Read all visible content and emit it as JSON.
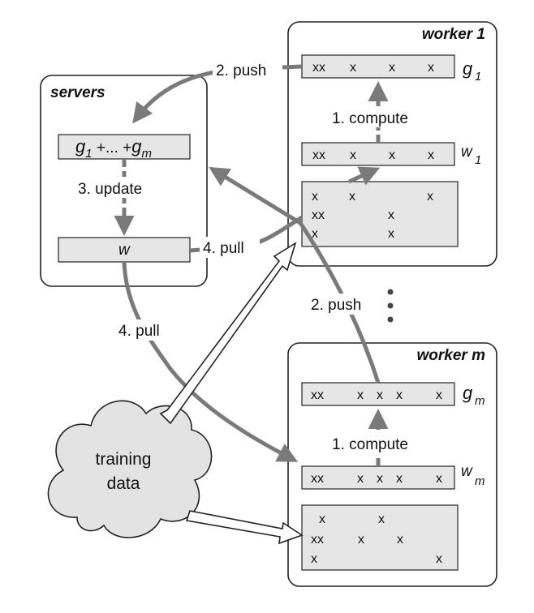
{
  "servers": {
    "title": "servers",
    "sum_expr": {
      "g1": "g",
      "g1_sub": "1",
      "mid": " +... +",
      "gm": "g",
      "gm_sub": "m"
    },
    "w_label": "w"
  },
  "worker1": {
    "title": "worker 1",
    "g_row": [
      "xx",
      "x",
      "x",
      "x"
    ],
    "g_sym": "g",
    "g_sub": "1",
    "w_row": [
      "xx",
      "x",
      "x",
      "x"
    ],
    "w_sym": "w",
    "w_sub": "1",
    "data_rows": [
      [
        "x",
        "x",
        "x"
      ],
      [
        "xx",
        "x"
      ],
      [
        "x",
        "x"
      ]
    ]
  },
  "workerm": {
    "title": "worker m",
    "g_row": [
      "xx",
      "x",
      "x",
      "x",
      "x"
    ],
    "g_sym": "g",
    "g_sub": "m",
    "w_row": [
      "xx",
      "x",
      "x",
      "x",
      "x"
    ],
    "w_sym": "w",
    "w_sub": "m",
    "data_rows": [
      [
        "x",
        "x"
      ],
      [
        "xx",
        "x",
        "x"
      ],
      [
        "x",
        "x"
      ]
    ]
  },
  "steps": {
    "push1": "2. push",
    "push2": "2. push",
    "compute1": "1. compute",
    "compute2": "1. compute",
    "update": "3. update",
    "pull1": "4. pull",
    "pull2": "4. pull"
  },
  "cloud": {
    "line1": "training",
    "line2": "data"
  },
  "colors": {
    "arrow": "#7a7a7a",
    "box_fill": "#e6e6e6",
    "cloud_fill": "#e3e3e3",
    "stroke": "#222222"
  }
}
